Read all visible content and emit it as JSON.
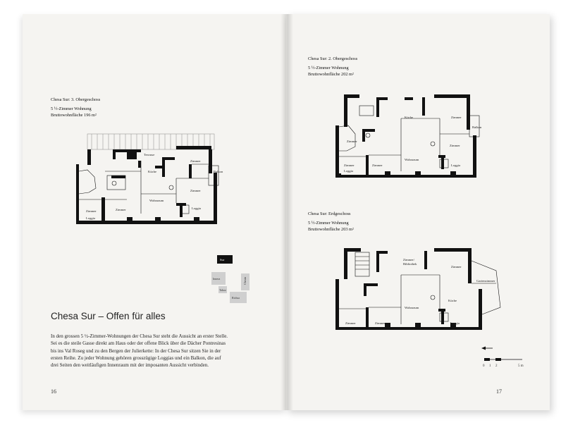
{
  "left_page": {
    "plan_caption": {
      "title": "Chesa Sur: 3. Obergeschoss",
      "units": "5 ½-Zimmer Wohnung",
      "area": "Bruttowohnfläche 196 m²"
    },
    "rooms": [
      "Terrasse",
      "Zimmer",
      "Küche",
      "Balkon",
      "Zimmer",
      "Wohnraum",
      "Zimmer",
      "Zimmer",
      "Loggia",
      "Loggia"
    ],
    "site_labels": [
      "Sur",
      "Innera",
      "Chesin",
      "Taboz",
      "Richsa"
    ],
    "heading": "Chesa Sur – Offen für alles",
    "body": "In den grossen 5 ½-Zimmer-Wohnungen der Chesa Sur steht die Aussicht an erster Stelle. Sei es die steile Gasse direkt am Haus oder der offene Blick über die Dächer Pontresinas bis ins Val Roseg und zu den Bergen der Julierkette: In der Chesa Sur sitzen Sie in der ersten Reihe. Zu jeder Wohnung gehören grosszügige Loggias und ein Balkon, die auf drei Seiten den weitläufigen Innenraum mit der imposanten Aussicht verbinden.",
    "page_number": "16"
  },
  "right_page": {
    "plan_top_caption": {
      "title": "Chesa Sur: 2. Obergeschoss",
      "units": "5 ½-Zimmer Wohnung",
      "area": "Bruttowohnfläche 202 m²"
    },
    "plan_top_rooms": [
      "Küche",
      "Zimmer",
      "Balkon",
      "Zimmer",
      "Zimmer",
      "Zimmer",
      "Wohnraum",
      "Loggia",
      "Loggia"
    ],
    "plan_bottom_caption": {
      "title": "Chesa Sur: Erdgeschoss",
      "units": "5 ½-Zimmer Wohnung",
      "area": "Bruttowohnfläche 203 m²"
    },
    "plan_bottom_rooms": [
      "Zimmer/ Bibliothek",
      "Zimmer",
      "Gartenzimmer",
      "Wohnraum",
      "Küche",
      "Zimmer",
      "Zimmer",
      "Loggia"
    ],
    "scale_labels": [
      "0",
      "1",
      "2",
      "5 m"
    ],
    "page_number": "17"
  }
}
